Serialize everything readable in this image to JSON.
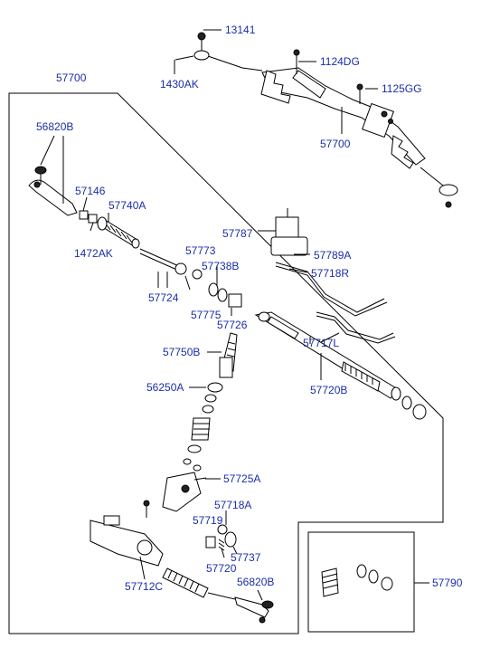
{
  "labels": {
    "p13141": "13141",
    "p1430AK": "1430AK",
    "p1124DG": "1124DG",
    "p1125GG": "1125GG",
    "p57700_top": "57700",
    "p57700_box": "57700",
    "p56820B_a": "56820B",
    "p57146": "57146",
    "p57740A": "57740A",
    "p1472AK": "1472AK",
    "p57787": "57787",
    "p57789A": "57789A",
    "p57773": "57773",
    "p57738B": "57738B",
    "p57718R": "57718R",
    "p57724": "57724",
    "p57775": "57775",
    "p57726": "57726",
    "p57717L": "57717L",
    "p57750B": "57750B",
    "p57720B": "57720B",
    "p56250A": "56250A",
    "p57725A": "57725A",
    "p57718A": "57718A",
    "p57719": "57719",
    "p57737": "57737",
    "p57720": "57720",
    "p57712C": "57712C",
    "p56820B_b": "56820B",
    "p57790": "57790"
  },
  "colors": {
    "label": "#1a2ea8",
    "line": "#000000"
  }
}
